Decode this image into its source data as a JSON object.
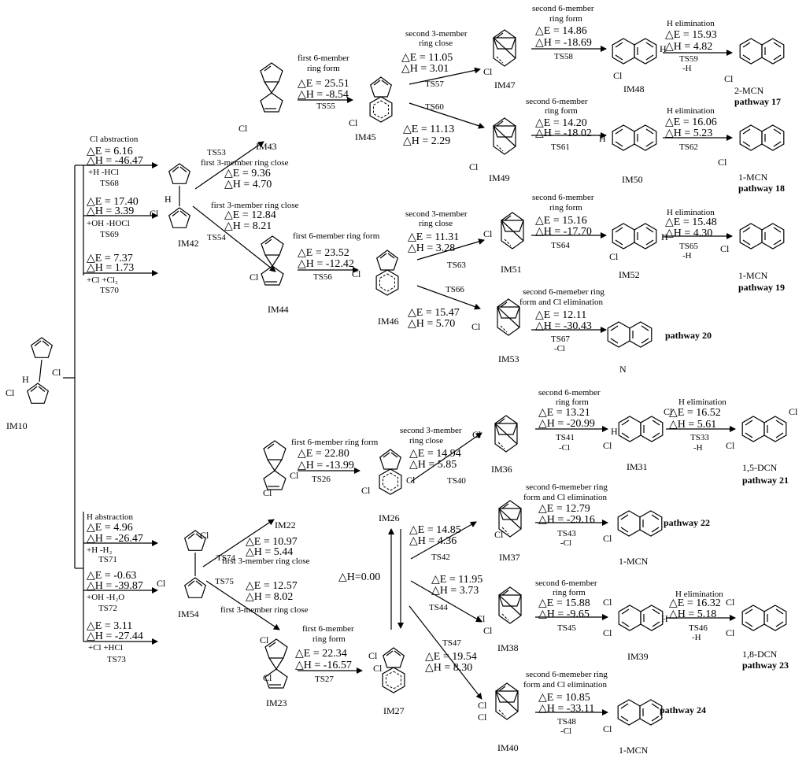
{
  "species": {
    "IM10": "IM10",
    "IM42": "IM42",
    "IM43": "IM43",
    "IM44": "IM44",
    "IM45": "IM45",
    "IM46": "IM46",
    "IM47": "IM47",
    "IM48": "IM48",
    "IM49": "IM49",
    "IM50": "IM50",
    "IM51": "IM51",
    "IM52": "IM52",
    "IM53": "IM53",
    "IM54": "IM54",
    "IM22": "IM22",
    "IM23": "IM23",
    "IM26": "IM26",
    "IM27": "IM27",
    "IM36": "IM36",
    "IM31": "IM31",
    "IM37": "IM37",
    "IM38": "IM38",
    "IM39": "IM39",
    "IM40": "IM40"
  },
  "atoms": {
    "cl": "Cl",
    "h": "H",
    "n": "N"
  },
  "products": {
    "p17": "2-MCN",
    "p18": "1-MCN",
    "p19": "1-MCN",
    "p21": "1,5-DCN",
    "p22": "1-MCN",
    "p23": "1,8-DCN",
    "p24": "1-MCN"
  },
  "pathways": {
    "p17": "pathway 17",
    "p18": "pathway 18",
    "p19": "pathway 19",
    "p20": "pathway 20",
    "p21": "pathway 21",
    "p22": "pathway 22",
    "p23": "pathway 23",
    "p24": "pathway 24"
  },
  "center_h": "△H=0.00",
  "steps": {
    "ts68": {
      "head": "Cl abstraction",
      "e": "△E = 6.16",
      "h": "△H = -46.47",
      "sub": "+H    -HCl",
      "ts": "TS68"
    },
    "ts69": {
      "e": "△E = 17.40",
      "h": "△H = 3.39",
      "sub": "+OH -HOCl",
      "ts": "TS69"
    },
    "ts70": {
      "e": "△E = 7.37",
      "h": "△H = 1.73",
      "sub": "+Cl  +Cl₂",
      "ts": "TS70"
    },
    "ts53": {
      "head": "first 3-member ring close",
      "e": "△E = 9.36",
      "h": "△H = 4.70",
      "ts": "TS53"
    },
    "ts54": {
      "head": "first 3-member ring close",
      "e": "△E = 12.84",
      "h": "△H = 8.21",
      "ts": "TS54"
    },
    "ts55": {
      "head1": "first 6-member",
      "head2": "ring form",
      "e": "△E = 25.51",
      "h": "△H = -8.54",
      "ts": "TS55"
    },
    "ts56": {
      "head": "first 6-member ring form",
      "e": "△E = 23.52",
      "h": "△H = -12.42",
      "ts": "TS56"
    },
    "ts57": {
      "head1": "second 3-member",
      "head2": "ring close",
      "e": "△E = 11.05",
      "h": "△H = 3.01",
      "ts": "TS57"
    },
    "ts60": {
      "e": "△E = 11.13",
      "h": "△H = 2.29",
      "ts": "TS60"
    },
    "ts63": {
      "head1": "second 3-member",
      "head2": "ring close",
      "e": "△E = 11.31",
      "h": "△H = 3.28",
      "ts": "TS63"
    },
    "ts66": {
      "e": "△E = 15.47",
      "h": "△H = 5.70",
      "ts": "TS66"
    },
    "ts58": {
      "head1": "second 6-member",
      "head2": "ring form",
      "e": "△E = 14.86",
      "h": "△H = -18.69",
      "ts": "TS58"
    },
    "ts61": {
      "head1": "second 6-member",
      "head2": "ring form",
      "e": "△E = 14.20",
      "h": "△H = -18.02",
      "ts": "TS61"
    },
    "ts64": {
      "head1": "second 6-member",
      "head2": "ring form",
      "e": "△E = 15.16",
      "h": "△H = -17.70",
      "ts": "TS64"
    },
    "ts67": {
      "head1": "second 6-memeber ring",
      "head2": "form and Cl elimination",
      "e": "△E = 12.11",
      "h": "△H = -30.43",
      "ts": "TS67",
      "sub": "-Cl"
    },
    "ts59": {
      "head": "H elimination",
      "e": "△E = 15.93",
      "h": "△H = 4.82",
      "ts": "TS59",
      "sub": "-H"
    },
    "ts62": {
      "head": "H elimination",
      "e": "△E = 16.06",
      "h": "△H = 5.23",
      "ts": "TS62"
    },
    "ts65": {
      "head": "H elimination",
      "e": "△E = 15.48",
      "h": "△H = 4.30",
      "ts": "TS65",
      "sub": "-H"
    },
    "ts71": {
      "head": "H abstraction",
      "e": "△E = 4.96",
      "h": "△H = -26.47",
      "sub": "+H    -H₂",
      "ts": "TS71"
    },
    "ts72": {
      "e": "△E = -0.63",
      "h": "△H = -39.87",
      "sub": "+OH -H₂O",
      "ts": "TS72"
    },
    "ts73": {
      "e": "△E = 3.11",
      "h": "△H = -27.44",
      "sub": "+Cl    +HCl",
      "ts": "TS73"
    },
    "ts74": {
      "head": "first 3-member ring close",
      "e": "△E = 10.97",
      "h": "△H = 5.44",
      "ts": "TS74"
    },
    "ts75": {
      "head": "first 3-member ring close",
      "e": "△E = 12.57",
      "h": "△H = 8.02",
      "ts": "TS75"
    },
    "ts26": {
      "head": "first 6-member ring form",
      "e": "△E = 22.80",
      "h": "△H = -13.99",
      "ts": "TS26"
    },
    "ts27": {
      "head1": "first 6-member",
      "head2": "ring form",
      "e": "△E = 22.34",
      "h": "△H = -16.57",
      "ts": "TS27"
    },
    "ts40": {
      "head1": "second 3-member",
      "head2": "ring close",
      "e": "△E = 14.94",
      "h": "△H = 5.85",
      "ts": "TS40"
    },
    "ts42": {
      "e": "△E = 14.85",
      "h": "△H = 4.36",
      "ts": "TS42"
    },
    "ts44": {
      "e": "△E = 11.95",
      "h": "△H = 3.73",
      "ts": "TS44"
    },
    "ts47": {
      "e": "△E = 19.54",
      "h": "△H = 8.30",
      "ts": "TS47"
    },
    "ts41": {
      "head1": "second 6-member",
      "head2": "ring form",
      "e": "△E = 13.21",
      "h": "△H = -20.99",
      "ts": "TS41",
      "sub": "-Cl"
    },
    "ts43": {
      "head1": "second 6-memeber ring",
      "head2": "form and Cl elimination",
      "e": "△E = 12.79",
      "h": "△H = -29.16",
      "ts": "TS43",
      "sub": "-Cl"
    },
    "ts45": {
      "head1": "second 6-member",
      "head2": "ring form",
      "e": "△E = 15.88",
      "h": "△H = -9.65",
      "ts": "TS45"
    },
    "ts48": {
      "head1": "second 6-memeber ring",
      "head2": "form and Cl elimination",
      "e": "△E = 10.85",
      "h": "△H = -33.11",
      "ts": "TS48",
      "sub": "-Cl"
    },
    "ts33": {
      "head": "H elimination",
      "e": "△E = 16.52",
      "h": "△H = 5.61",
      "ts": "TS33",
      "sub": "-H"
    },
    "ts46": {
      "head": "H elimination",
      "e": "△E = 16.32",
      "h": "△H = 5.18",
      "ts": "TS46",
      "sub": "-H"
    }
  }
}
